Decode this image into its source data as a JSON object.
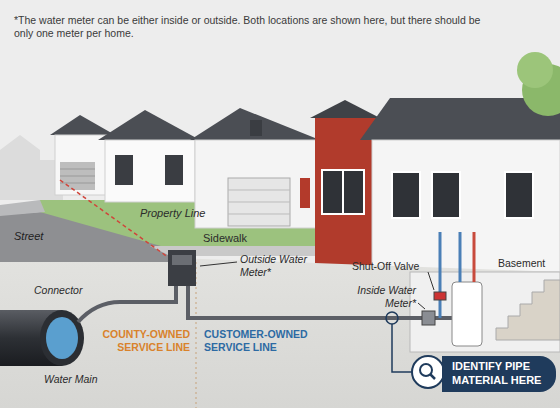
{
  "diagram": {
    "nodes": [
      {
        "text": [
          "IDENTIFY PIPE MATERIAL HERE"
        ]
      }
    ],
    "labels": [
      "*The water meter can be either inside or outside. Both locations are shown here, but there should be only one meter per home.",
      "Property Line",
      "Street",
      "Sidewalk",
      "Outside Water Meter*",
      "Shut-Off Valve",
      "Inside Water Meter*",
      "Basement",
      "Connector",
      "COUNTY-OWNED SERVICE LINE",
      "CUSTOMER-OWNED SERVICE LINE",
      "Water Main"
    ]
  }
}
